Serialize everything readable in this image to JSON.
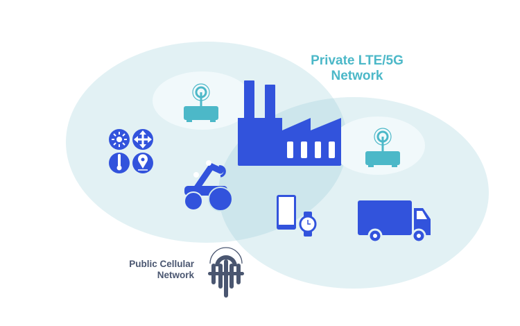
{
  "labels": {
    "private_line1": "Private LTE/5G",
    "private_line2": "Network",
    "public_line1": "Public Cellular",
    "public_line2": "Network"
  },
  "colors": {
    "icon_blue": "#3253dc",
    "teal": "#4cb8c8",
    "slate": "#4a5670",
    "zone": "#e2f1f4",
    "overlap": "#cde6ec",
    "hotspot": "#f1f9fb"
  }
}
